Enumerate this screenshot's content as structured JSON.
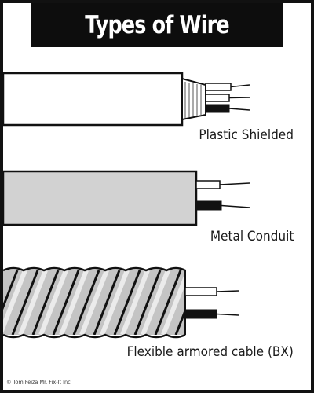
{
  "title": "Types of Wire",
  "cables": [
    {
      "name": "plastic-shielded",
      "label": "Plastic Shielded"
    },
    {
      "name": "metal-conduit",
      "label": "Metal Conduit"
    },
    {
      "name": "flexible-armored-cable",
      "label": "Flexible armored cable (BX)"
    }
  ],
  "copyright": "© Tom Feiza Mr. Fix-It Inc.",
  "colors": {
    "background": "#ffffff",
    "header": "#0d0d0d",
    "header_text": "#ffffff",
    "plastic_jacket": "#ffffff",
    "conduit": "#d2d2d2",
    "armor": "#c4c4c4",
    "wire_black": "#111111",
    "wire_white": "#ffffff",
    "outline": "#111111"
  }
}
